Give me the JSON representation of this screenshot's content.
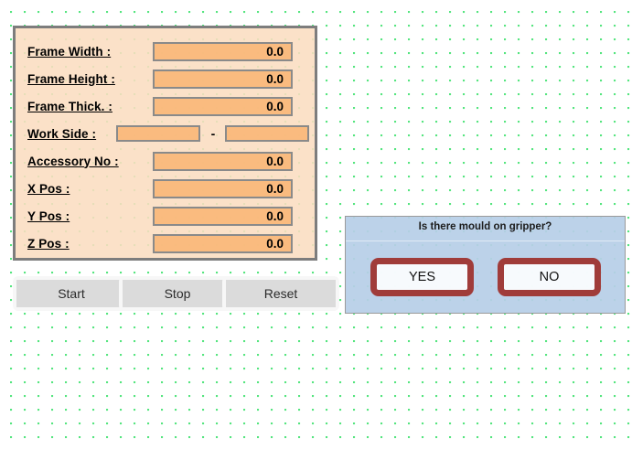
{
  "form": {
    "rows": [
      {
        "label": "Frame Width :",
        "value": "0.0",
        "type": "number"
      },
      {
        "label": "Frame Height :",
        "value": "0.0",
        "type": "number"
      },
      {
        "label": "Frame Thick. :",
        "value": "0.0",
        "type": "number"
      },
      {
        "label": "Work Side :",
        "value": "",
        "value2": "",
        "separator": "-",
        "type": "pair"
      },
      {
        "label": "Accessory No :",
        "value": "0.0",
        "type": "number"
      },
      {
        "label": "X Pos :",
        "value": "0.0",
        "type": "number"
      },
      {
        "label": "Y Pos :",
        "value": "0.0",
        "type": "number"
      },
      {
        "label": "Z Pos :",
        "value": "0.0",
        "type": "number"
      }
    ]
  },
  "actions": {
    "start_label": "Start",
    "stop_label": "Stop",
    "reset_label": "Reset"
  },
  "dialog": {
    "title": "Is there mould on gripper?",
    "yes_label": "YES",
    "no_label": "NO"
  },
  "colors": {
    "panel_fill": "#fbddc0",
    "panel_border": "#7d7d7d",
    "field_fill": "#fab778",
    "field_border": "#8a8a8a",
    "button_fill": "#d8d8d8",
    "dialog_fill": "#b7cfe7",
    "dialog_button_border": "#a03c3a",
    "grid_dot": "#4ee47a",
    "canvas_bg": "#ffffff"
  }
}
